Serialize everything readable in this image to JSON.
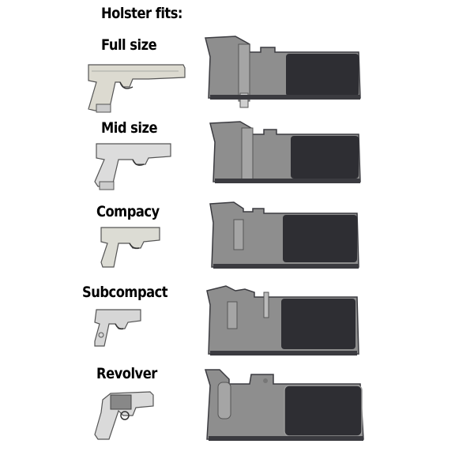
{
  "title": "Holster fits:",
  "colors": {
    "background": "#ffffff",
    "text": "#000000",
    "gun_fill": "#d9d9d9",
    "gun_outline": "#555555",
    "holster_felt": "#8e8e8e",
    "holster_velcro": "#2e2e33",
    "holster_edge": "#3b3b40"
  },
  "rows": [
    {
      "label": "Full size",
      "gun_icon": "full-size-pistol-icon",
      "holster_icon": "belly-band-holster-icon"
    },
    {
      "label": "Mid size",
      "gun_icon": "mid-size-pistol-icon",
      "holster_icon": "belly-band-holster-icon"
    },
    {
      "label": "Compacy",
      "gun_icon": "compact-pistol-icon",
      "holster_icon": "belly-band-holster-icon"
    },
    {
      "label": "Subcompact",
      "gun_icon": "subcompact-pistol-icon",
      "holster_icon": "belly-band-holster-icon"
    },
    {
      "label": "Revolver",
      "gun_icon": "revolver-icon",
      "holster_icon": "belly-band-holster-icon"
    }
  ]
}
